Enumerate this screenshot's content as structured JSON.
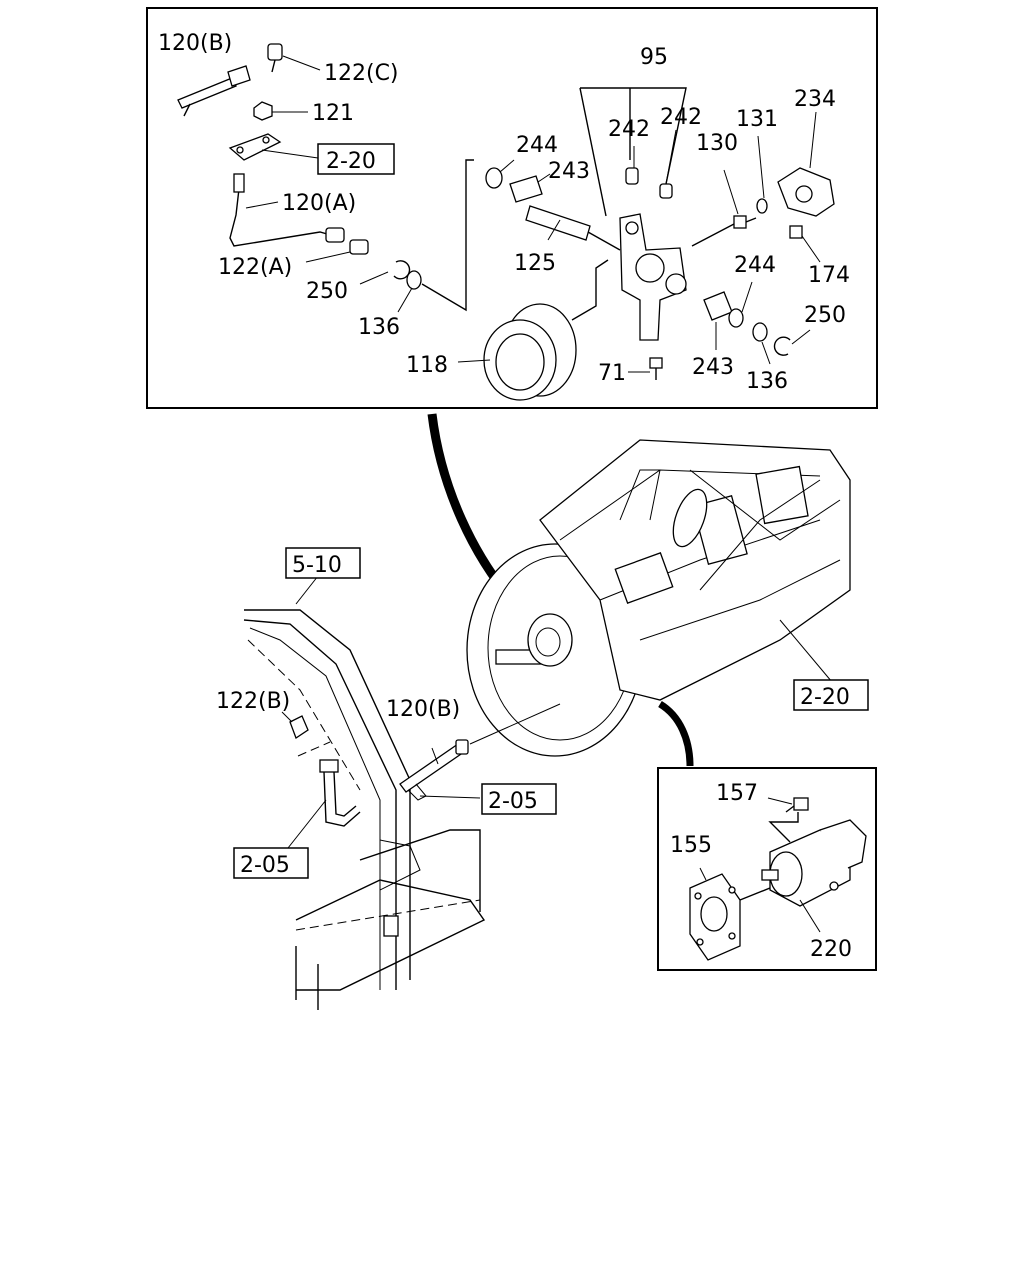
{
  "top_panel": {
    "labels": {
      "p120b": "120(B)",
      "p122c": "122(C)",
      "p121": "121",
      "ref_220": "2-20",
      "p120a": "120(A)",
      "p122a": "122(A)",
      "p250_left": "250",
      "p136_left": "136",
      "p118": "118",
      "p95": "95",
      "p244_left": "244",
      "p243_top": "243",
      "p125": "125",
      "p242_a": "242",
      "p242_b": "242",
      "p130": "130",
      "p131": "131",
      "p234": "234",
      "p174": "174",
      "p244_right": "244",
      "p250_right": "250",
      "p71": "71",
      "p243_bottom": "243",
      "p136_right": "136"
    }
  },
  "main_view": {
    "labels": {
      "ref_510": "5-10",
      "p122b": "122(B)",
      "p120b": "120(B)",
      "ref_205_right": "2-05",
      "ref_205_left": "2-05",
      "ref_220": "2-20"
    }
  },
  "bottom_panel": {
    "labels": {
      "p157": "157",
      "p155": "155",
      "p220": "220"
    }
  }
}
